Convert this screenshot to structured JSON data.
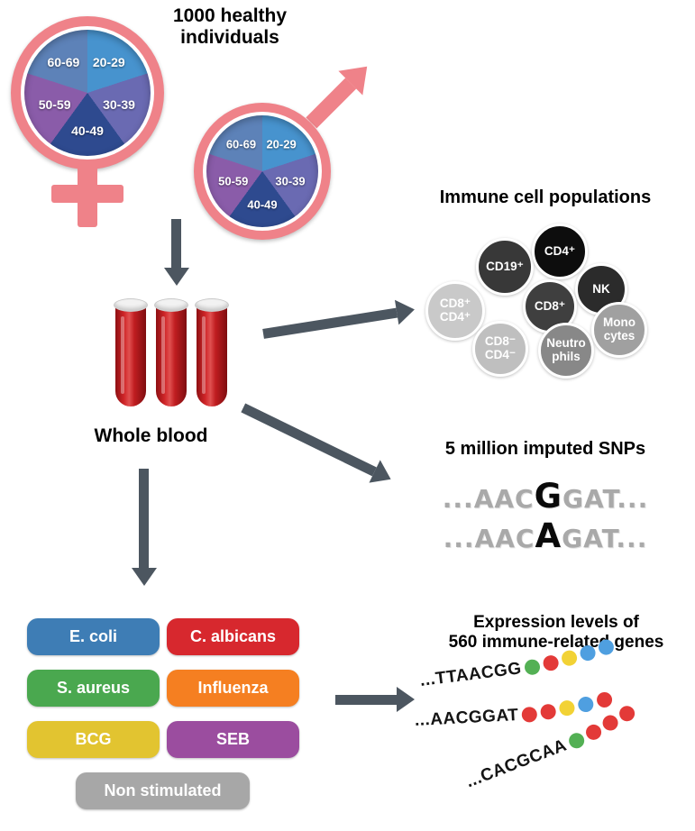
{
  "palette": {
    "arrow_color": "#4c5660",
    "symbol_pink": "#ef8289"
  },
  "header": {
    "title": "1000 healthy\nindividuals"
  },
  "demographics": {
    "age_groups": [
      "20-29",
      "30-39",
      "40-49",
      "50-59",
      "60-69"
    ],
    "slice_colors": [
      "#4793ce",
      "#6a6ab2",
      "#2e4a8f",
      "#8a5ca9",
      "#5d82b8"
    ]
  },
  "blood": {
    "label": "Whole blood"
  },
  "immune": {
    "title": "Immune cell populations",
    "cells": [
      {
        "label": "CD19⁺",
        "color": "#383838"
      },
      {
        "label": "CD4⁺",
        "color": "#0d0d0d"
      },
      {
        "label": "NK",
        "color": "#2b2b2b"
      },
      {
        "label": "CD8⁺",
        "color": "#3f3f3f"
      },
      {
        "label": "CD8⁺\nCD4⁺",
        "color": "#c9c9c9"
      },
      {
        "label": "Mono\ncytes",
        "color": "#a0a0a0"
      },
      {
        "label": "Neutro\nphils",
        "color": "#888888"
      },
      {
        "label": "CD8⁻\nCD4⁻",
        "color": "#bfbfbf"
      }
    ]
  },
  "snps": {
    "title": "5 million imputed SNPs",
    "sequences": [
      {
        "prefix": "...AAC",
        "variant": "G",
        "suffix": "GAT..."
      },
      {
        "prefix": "...AAC",
        "variant": "A",
        "suffix": "GAT..."
      }
    ]
  },
  "stimuli": {
    "items": [
      {
        "label": "E. coli",
        "color": "#3e7db5"
      },
      {
        "label": "C. albicans",
        "color": "#d7282e"
      },
      {
        "label": "S. aureus",
        "color": "#4aa84f"
      },
      {
        "label": "Influenza",
        "color": "#f57f21"
      },
      {
        "label": "BCG",
        "color": "#e2c430"
      },
      {
        "label": "SEB",
        "color": "#9b4d9f"
      },
      {
        "label": "Non stimulated",
        "color": "#a7a7a7"
      }
    ]
  },
  "expression": {
    "title": "Expression levels of\n560 immune-related genes",
    "reads": [
      {
        "sequence": "...TTAACGG",
        "dots": [
          "#53b054",
          "#e33a38",
          "#f2d235",
          "#4f9fe0",
          "#4f9fe0"
        ]
      },
      {
        "sequence": "...AACGGAT",
        "dots": [
          "#e33a38",
          "#e33a38",
          "#f2d235",
          "#4f9fe0",
          "#e33a38"
        ]
      },
      {
        "sequence": "...CACGCAA",
        "dots": [
          "#53b054",
          "#e33a38",
          "#e33a38",
          "#e33a38"
        ]
      }
    ]
  }
}
